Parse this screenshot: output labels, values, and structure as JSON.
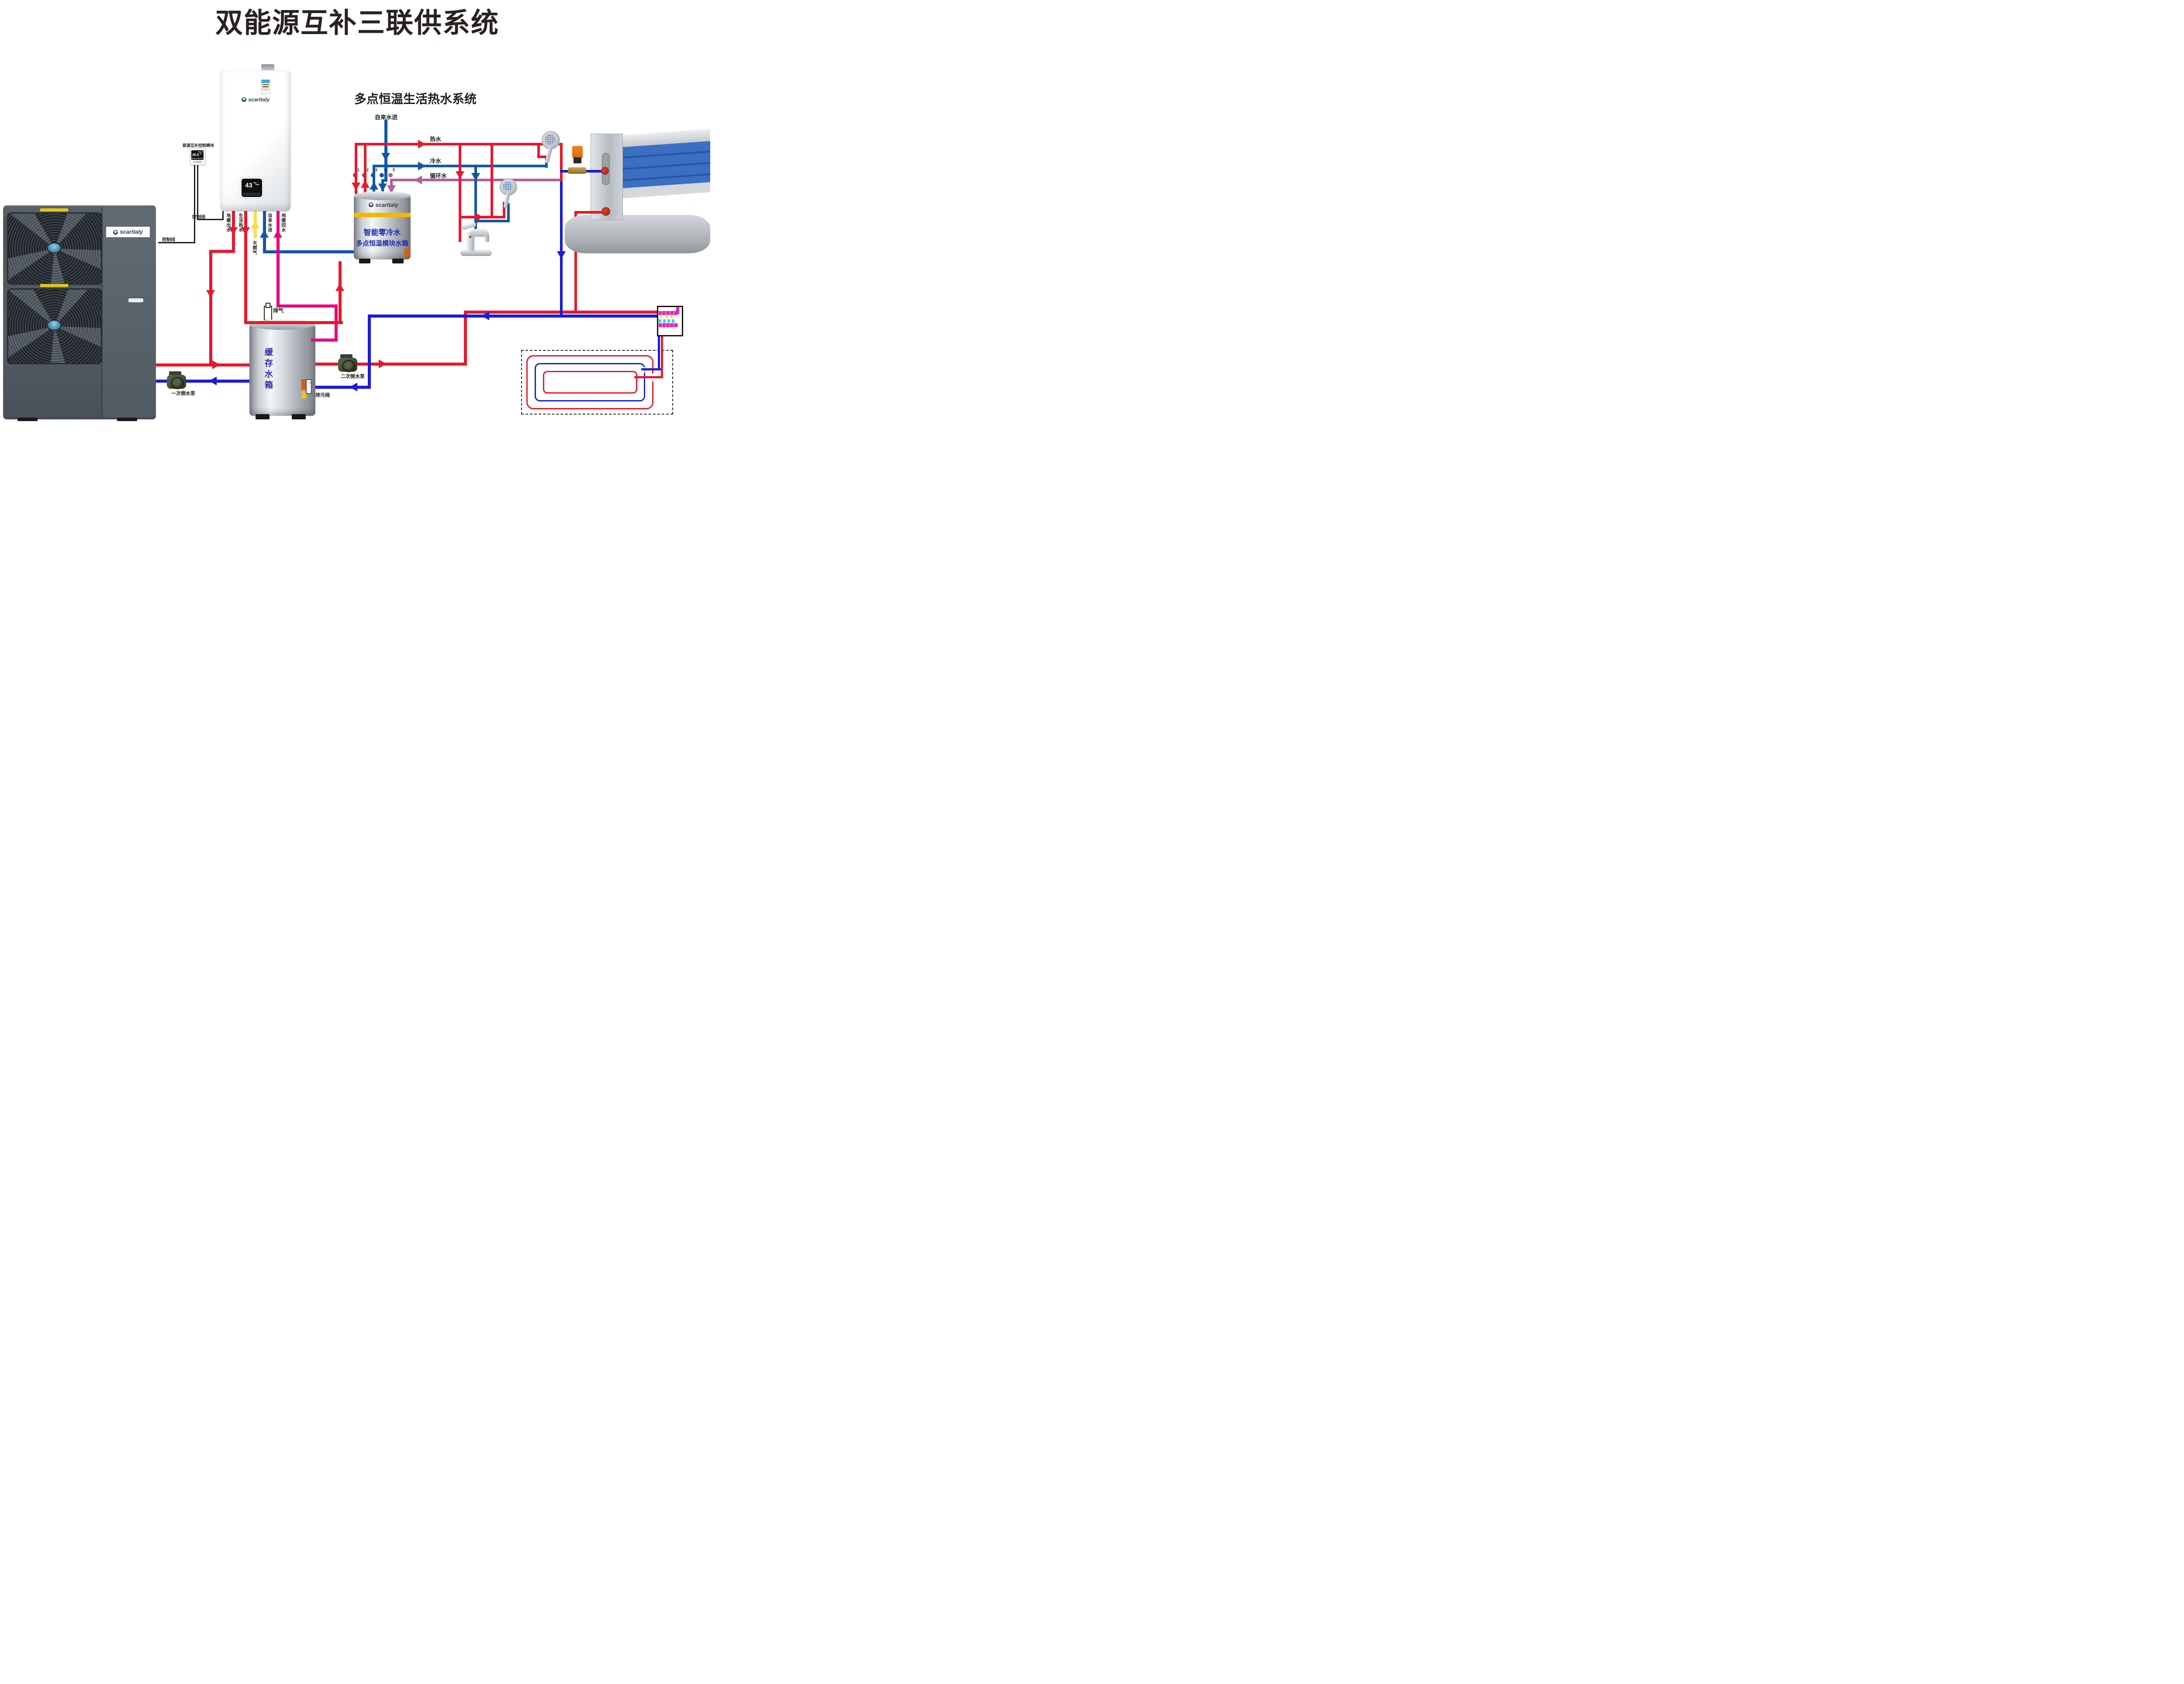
{
  "title": "双能源互补三联供系统",
  "dhw_header": "多点恒温生活热水系统",
  "heat_pump": {
    "brand": "scaritaly"
  },
  "boiler": {
    "brand": "scaritaly",
    "display_temp": "43",
    "display_unit": "℃"
  },
  "control_module": {
    "label": "能源互补控制模块",
    "humidity": "RH:75",
    "temp": "26.5",
    "temp_unit": "℃",
    "mode_man": "MAN",
    "mode_gas": "GAS",
    "mode_pump": "PUMP",
    "brand": "scaritaly"
  },
  "control_line_label_boiler": "控制线",
  "control_line_label_heatpump": "控制线",
  "boiler_ports": {
    "floor_supply": "地暖出水",
    "dhw_hot": "生活热水",
    "gas": "天燃气",
    "tap_in": "自来水进",
    "floor_return": "地暖回水"
  },
  "water_labels": {
    "tap_in": "自来水进",
    "hot": "热水",
    "cold": "冷水",
    "circulation": "循环水"
  },
  "dhw_tank": {
    "brand": "scaritaly",
    "line1": "智能零冷水",
    "line2": "多点恒温模块水箱",
    "ports": [
      "1",
      "2",
      "3",
      "4",
      "5"
    ]
  },
  "buffer_tank": {
    "vent": "排气",
    "name": "缓存水箱",
    "drain_valve": "排污阀"
  },
  "pumps": {
    "primary": "一次侧水泵",
    "secondary": "二次侧水泵"
  },
  "colors": {
    "hot": "#e8192c",
    "cold": "#1257a5",
    "heating_loop": "#1b1bd8",
    "floor_return": "#e6007e",
    "circulation": "#b2609e",
    "gas": "#f2e24a",
    "wire": "#1c1c1c"
  }
}
